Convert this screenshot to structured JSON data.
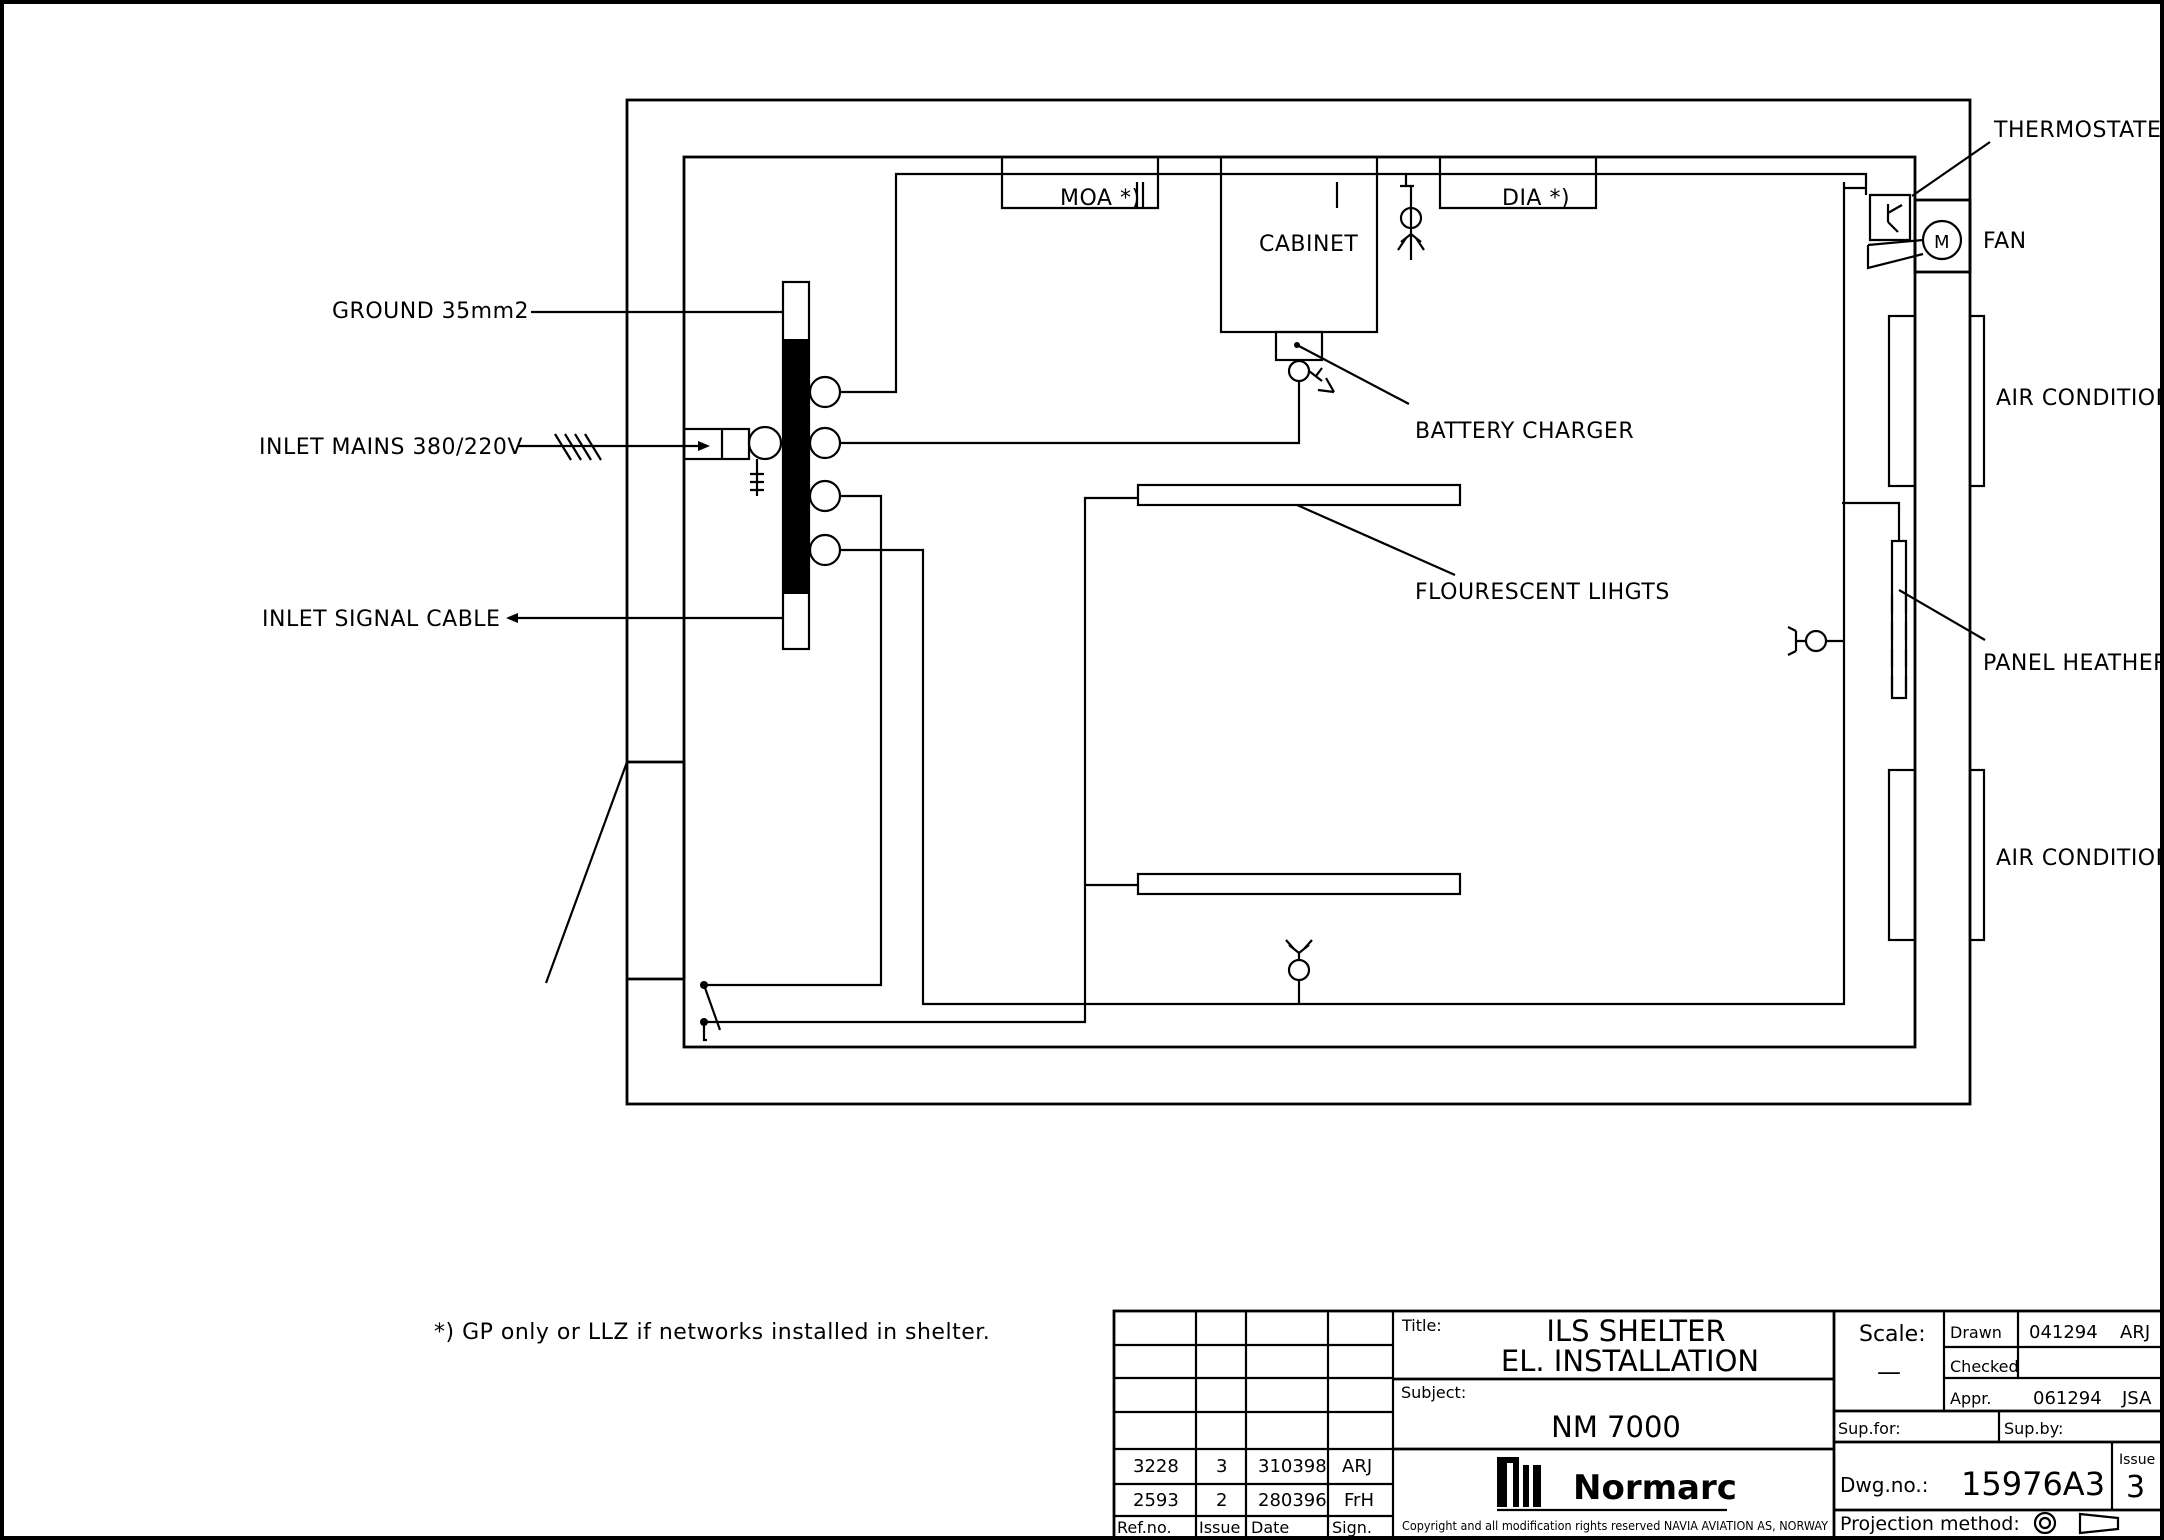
{
  "labels": {
    "ground": "GROUND 35mm2",
    "inlet_mains": "INLET MAINS 380/220V",
    "inlet_signal": "INLET SIGNAL CABLE",
    "moa": "MOA *)",
    "cabinet": "CABINET",
    "dia": "DIA *)",
    "thermostate": "THERMOSTATE",
    "fan": "FAN",
    "motor": "M",
    "air_condition_1": "AIR CONDITION",
    "air_condition_2": "AIR CONDITION",
    "battery_charger": "BATTERY CHARGER",
    "flourescent_lights": "FLOURESCENT LIHGTS",
    "panel_heather": "PANEL HEATHER"
  },
  "footnote": "*) GP only or LLZ if networks installed in shelter.",
  "title_block": {
    "title_label": "Title:",
    "title_line1": "ILS SHELTER",
    "title_line2": "EL. INSTALLATION",
    "subject_label": "Subject:",
    "subject": "NM 7000",
    "scale_label": "Scale:",
    "scale_value": "—",
    "drawn_label": "Drawn",
    "drawn_date": "041294",
    "drawn_sign": "ARJ",
    "checked_label": "Checked",
    "appr_label": "Appr.",
    "appr_date": "061294",
    "appr_sign": "JSA",
    "sup_for_label": "Sup.for:",
    "sup_by_label": "Sup.by:",
    "dwg_label": "Dwg.no.:",
    "dwg_number": "15976A3",
    "issue_label": "Issue",
    "issue_number": "3",
    "projection_label": "Projection method:",
    "company": "Normarc",
    "copyright": "Copyright and all modification rights reserved NAVIA AVIATION AS, NORWAY",
    "revision_headers": [
      "Ref.no.",
      "Issue",
      "Date",
      "Sign."
    ],
    "revisions": [
      {
        "ref": "3228",
        "issue": "3",
        "date": "310398",
        "sign": "ARJ"
      },
      {
        "ref": "2593",
        "issue": "2",
        "date": "280396",
        "sign": "FrH"
      }
    ]
  }
}
